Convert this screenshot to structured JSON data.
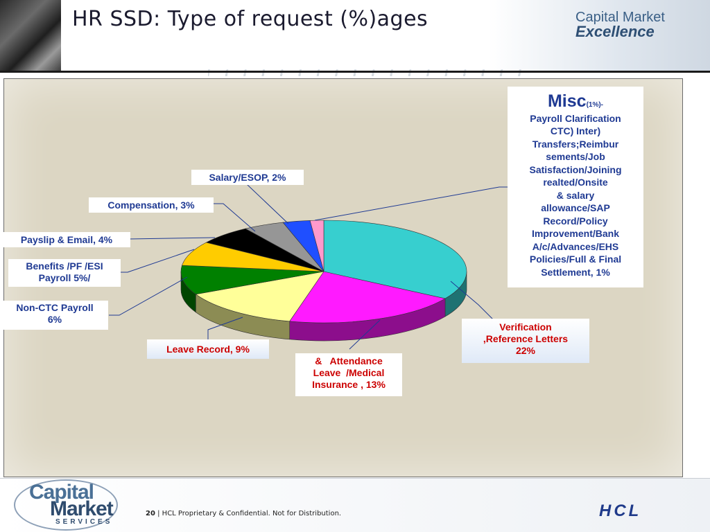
{
  "header": {
    "title": "HR SSD: Type of request (%)ages",
    "brand_line1": "Capital Market",
    "brand_line2": "Excellence"
  },
  "chart_data": {
    "type": "pie",
    "title": "HR SSD: Type of request (%)ages",
    "slices": [
      {
        "label": "Verification ,Reference Letters",
        "value": 22,
        "color": "#37cfcf"
      },
      {
        "label": "& Attendance Leave /Medical Insurance",
        "value": 13,
        "color": "#ff1aff"
      },
      {
        "label": "Leave Record",
        "value": 9,
        "color": "#ffff99"
      },
      {
        "label": "Non-CTC Payroll",
        "value": 6,
        "color": "#008000"
      },
      {
        "label": "Benefits /PF /ESI Payroll",
        "value": 5,
        "color": "#ffcc00"
      },
      {
        "label": "Payslip & Email",
        "value": 4,
        "color": "#000000"
      },
      {
        "label": "Compensation",
        "value": 3,
        "color": "#969696"
      },
      {
        "label": "Salary/ESOP",
        "value": 2,
        "color": "#1f4fff"
      },
      {
        "label": "Misc",
        "value": 1,
        "color": "#ff99cc"
      }
    ]
  },
  "labels": {
    "salary": "Salary/ESOP, 2%",
    "compensation": "Compensation, 3%",
    "payslip": "Payslip & Email, 4%",
    "benefits_l1": "Benefits /PF /ESI",
    "benefits_l2": "Payroll  5%/",
    "nonctc_l1": "Non-CTC Payroll",
    "nonctc_l2": "6%",
    "leave": "Leave Record, 9%",
    "attendance_l1": "&   Attendance",
    "attendance_l2": "Leave  /Medical",
    "attendance_l3": "Insurance , 13%",
    "verification_l1": "Verification",
    "verification_l2": ",Reference Letters",
    "verification_l3": "22%",
    "misc_title": "Misc",
    "misc_pct": "(1%)-",
    "misc_lines": [
      "Payroll Clarification",
      "CTC) Inter)",
      "Transfers;Reimbur",
      "sements/Job",
      "Satisfaction/Joining",
      "realted/Onsite",
      "& salary",
      "allowance/SAP",
      "Record/Policy",
      "Improvement/Bank",
      "A/c/Advances/EHS",
      "Policies/Full & Final",
      "Settlement, 1%"
    ]
  },
  "footer": {
    "page_number": "20",
    "separator": "|",
    "notice": "HCL Proprietary & Confidential. Not for Distribution.",
    "logo_line1": "Capital",
    "logo_line2": "Market",
    "logo_line3": "SERVICES",
    "company": "HCL"
  }
}
